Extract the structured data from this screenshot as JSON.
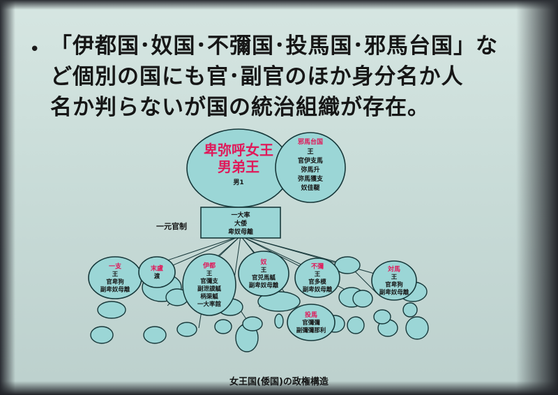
{
  "slide": {
    "bullet": "•",
    "lines": [
      "「伊都国･奴国･不彌国･投馬国･邪馬台国」な",
      "ど個別の国にも官･副官のほか身分名か人",
      "名か判らないが国の統治組織が存在。"
    ],
    "caption": "女王国(倭国)の政権構造"
  },
  "diagram": {
    "queen": {
      "line1": "卑弥呼女王",
      "line2": "男弟王",
      "line3": "男1"
    },
    "yamatai": {
      "title": "邪馬台国",
      "lines": [
        "王",
        "官伊支馬",
        "弥馬升",
        "弥馬獲支",
        "奴佳鞮"
      ]
    },
    "central": {
      "lines": [
        "一大率",
        "大倭",
        "卑奴母離"
      ],
      "label": "一元官制"
    },
    "nodes": [
      {
        "title": "一支",
        "lines": [
          "王",
          "官卑狗",
          "副卑奴母離"
        ]
      },
      {
        "title": "末盧",
        "lines": [
          "渡"
        ]
      },
      {
        "title": "伊都",
        "lines": [
          "王",
          "官彌支",
          "副泄謨觚",
          "柄渠觚",
          "一大率館"
        ]
      },
      {
        "title": "奴",
        "lines": [
          "王",
          "官兕馬觚",
          "副卑奴母離"
        ]
      },
      {
        "title": "不彌",
        "lines": [
          "王",
          "官多模",
          "副卑奴母離"
        ]
      },
      {
        "title": "対馬",
        "lines": [
          "王",
          "官卑狗",
          "副卑奴母離"
        ]
      },
      {
        "title": "投馬",
        "lines": [
          "官彌彌",
          "副彌彌那利"
        ]
      }
    ],
    "colors": {
      "fill": "#9bd6d6",
      "stroke": "#17383a",
      "accent": "#e0195a",
      "text": "#161616"
    }
  }
}
